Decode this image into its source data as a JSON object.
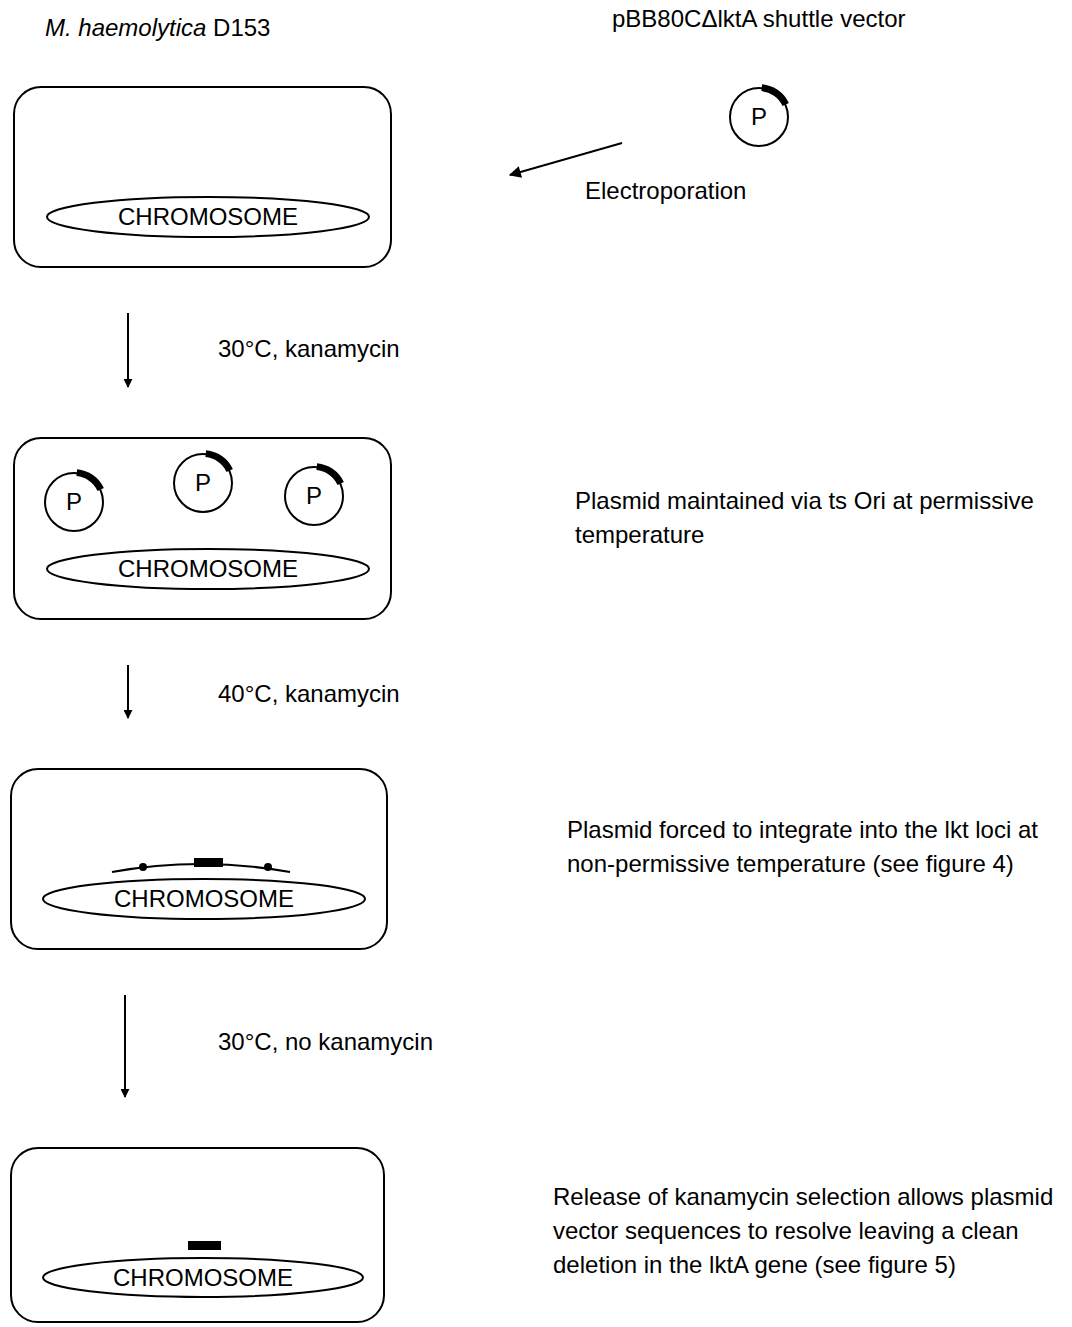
{
  "diagram": {
    "nodes": [
      {
        "text": [
          "M. haemolytica D153"
        ]
      },
      {
        "text": [
          "CHROMOSOME"
        ],
        "in": 0
      },
      {
        "text": [
          "P"
        ]
      },
      {
        "text": []
      },
      {
        "text": [
          "P"
        ],
        "in": 3
      },
      {
        "text": [
          "P"
        ],
        "in": 3
      },
      {
        "text": [
          "P"
        ],
        "in": 3
      },
      {
        "text": [
          "CHROMOSOME"
        ],
        "in": 3
      },
      {
        "text": []
      },
      {
        "text": [
          "CHROMOSOME"
        ],
        "in": 8
      },
      {
        "text": []
      },
      {
        "text": [
          "CHROMOSOME"
        ],
        "in": 10
      }
    ],
    "edges": [
      {
        "from": 2,
        "to": 0,
        "arrow": "to",
        "label": "Electroporation"
      },
      {
        "from": 0,
        "to": 3,
        "arrow": "to",
        "label": "30°C, kanamycin"
      },
      {
        "from": 3,
        "to": 8,
        "arrow": "to",
        "label": "40°C, kanamycin"
      },
      {
        "from": 8,
        "to": 10,
        "arrow": "to",
        "label": "30°C, no kanamycin"
      }
    ],
    "labels": [
      "pBB80CΔlktA shuttle vector",
      "Plasmid maintained via ts Ori at permissive temperature",
      "Plasmid forced to integrate into the lkt loci at non-permissive temperature (see figure 4)",
      "Release of kanamycin selection allows plasmid vector sequences to resolve leaving a clean deletion in the lktA gene (see figure 5)"
    ]
  }
}
